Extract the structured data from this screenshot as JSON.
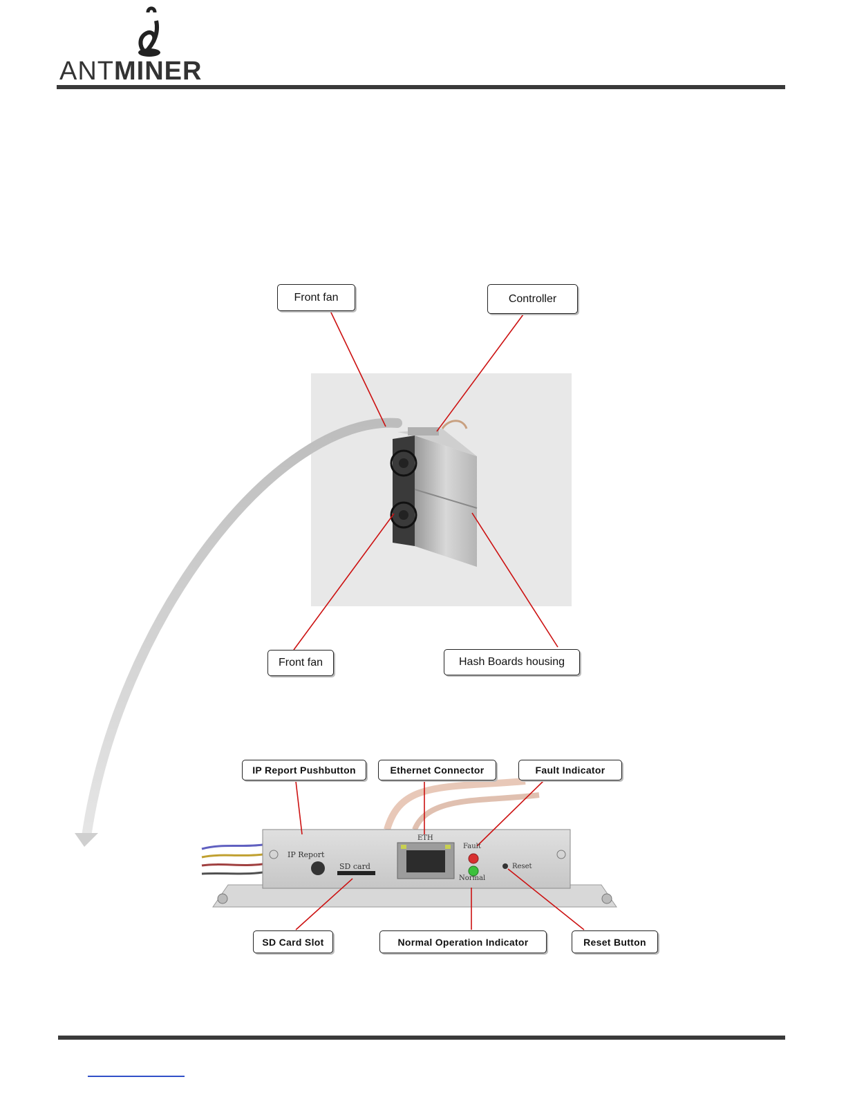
{
  "header": {
    "logo": {
      "text_light": "ANT",
      "text_bold": "MINER"
    }
  },
  "miner_figure": {
    "callouts": {
      "front_fan_top": "Front fan",
      "controller": "Controller",
      "front_fan_bottom": "Front fan",
      "hash_boards_housing": "Hash Boards housing"
    }
  },
  "controller_figure": {
    "callouts": {
      "ip_report_pushbutton": "IP Report Pushbutton",
      "ethernet_connector": "Ethernet Connector",
      "fault_indicator": "Fault Indicator",
      "sd_card_slot": "SD Card Slot",
      "normal_operation_indicator": "Normal Operation Indicator",
      "reset_button": "Reset Button"
    },
    "panel_labels": {
      "ip_report": "IP Report",
      "sd_card": "SD card",
      "eth": "ETH",
      "fault": "Fault",
      "normal": "Normal",
      "reset": "Reset"
    }
  },
  "colors": {
    "rule": "#3a3a3a",
    "leader_line": "#cc1111",
    "fault_led": "#d83030",
    "normal_led": "#3cc03c"
  }
}
